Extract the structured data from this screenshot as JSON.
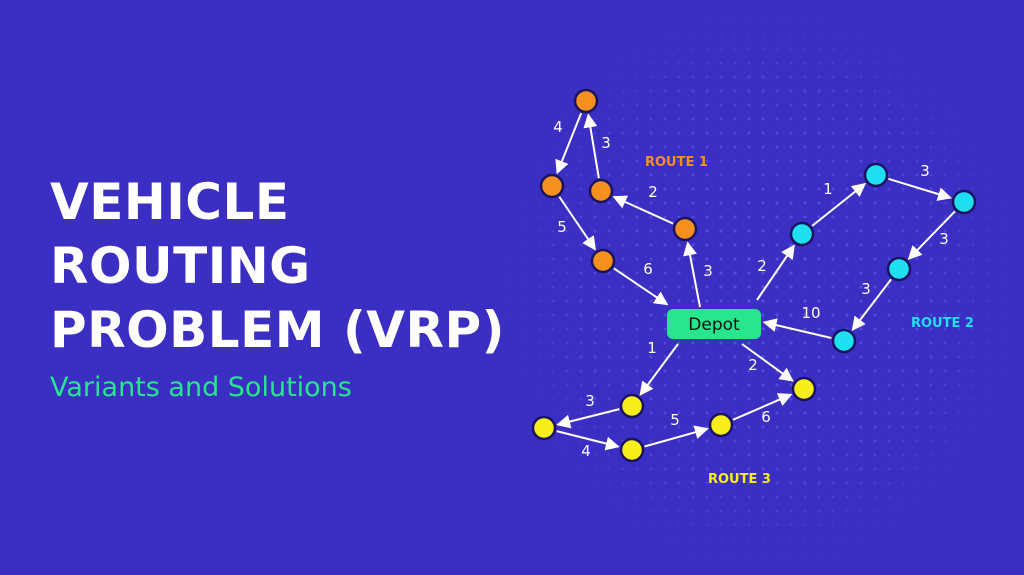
{
  "title_lines": [
    "VEHICLE",
    "ROUTING",
    "PROBLEM (VRP)"
  ],
  "subtitle": "Variants and Solutions",
  "depot_label": "Depot",
  "colors": {
    "background": "#3a2ec3",
    "route1": "#f5901e",
    "route2": "#1ee0f0",
    "route3": "#f8ee1c",
    "depot": "#27e68e",
    "subtitle": "#27e68e"
  },
  "routes": [
    {
      "label": "ROUTE 1",
      "color_key": "route1",
      "edge_weights": [
        "3",
        "2",
        "3",
        "4",
        "5",
        "6"
      ]
    },
    {
      "label": "ROUTE 2",
      "color_key": "route2",
      "edge_weights": [
        "2",
        "1",
        "3",
        "3",
        "3",
        "10"
      ]
    },
    {
      "label": "ROUTE 3",
      "color_key": "route3",
      "edge_weights": [
        "1",
        "3",
        "4",
        "5",
        "6",
        "2"
      ]
    }
  ]
}
